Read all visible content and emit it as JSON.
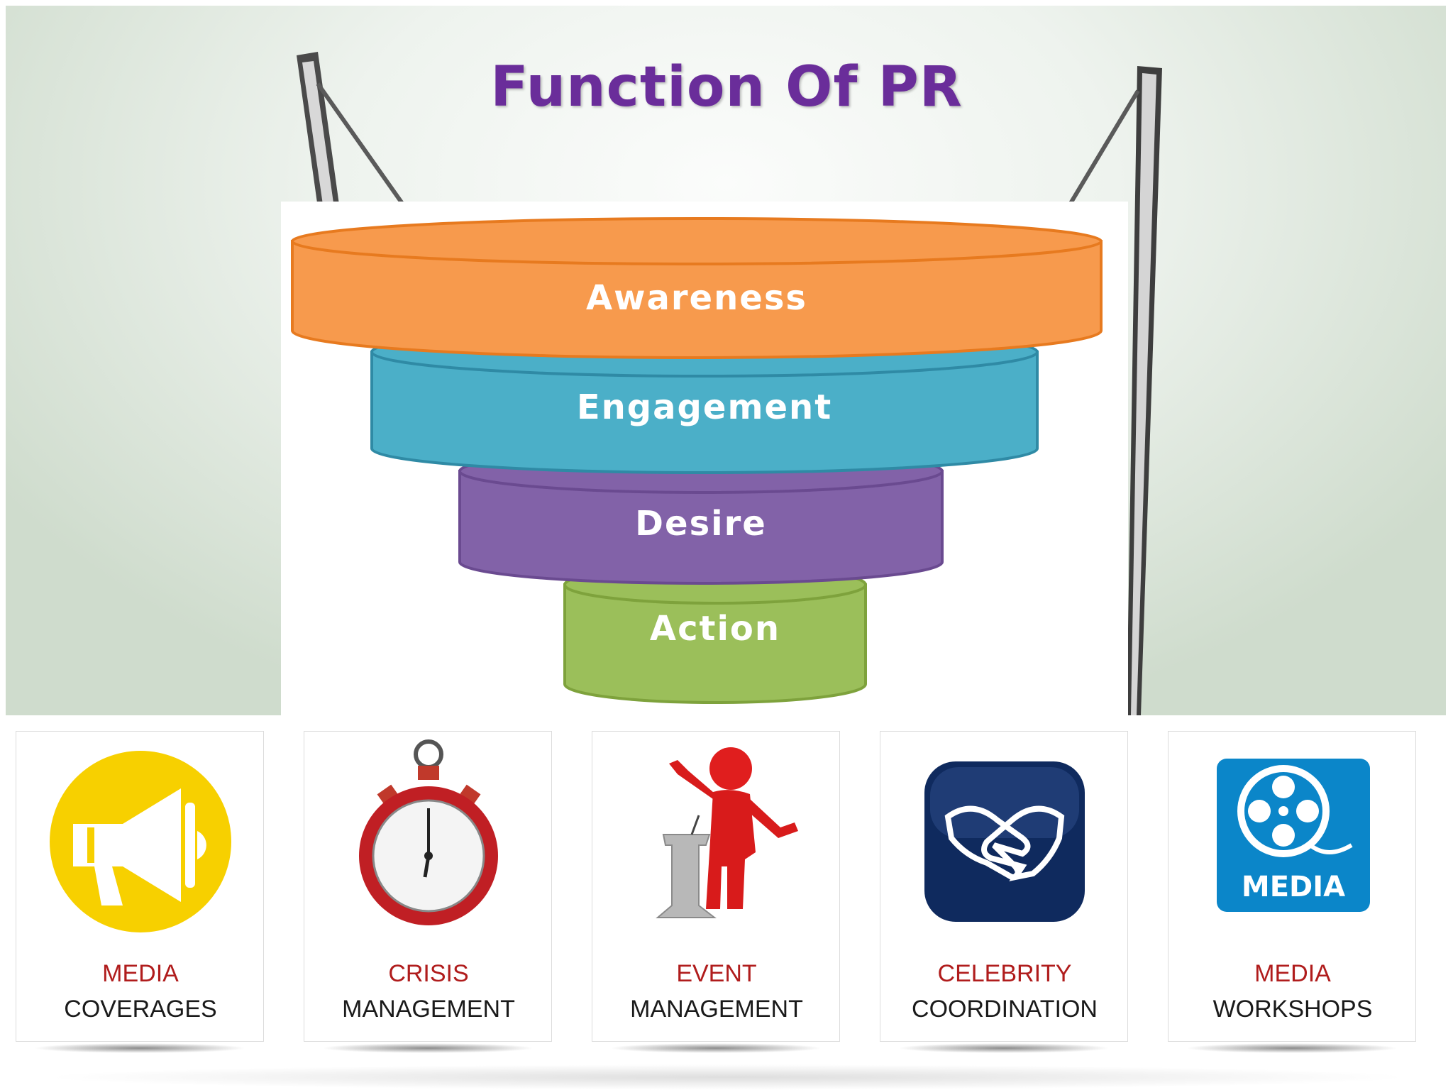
{
  "title": "Function Of PR",
  "funnel": {
    "layers": [
      {
        "label": "Awareness",
        "color": "#f79a4d",
        "stroke": "#e77a1f"
      },
      {
        "label": "Engagement",
        "color": "#4bafc8",
        "stroke": "#2f8aa5"
      },
      {
        "label": "Desire",
        "color": "#8262a8",
        "stroke": "#6a4a90"
      },
      {
        "label": "Action",
        "color": "#9bbf5a",
        "stroke": "#7ea23c"
      }
    ]
  },
  "services": [
    {
      "line1": "MEDIA",
      "line2": "COVERAGES",
      "icon": "megaphone-icon"
    },
    {
      "line1": "CRISIS",
      "line2": "MANAGEMENT",
      "icon": "stopwatch-icon"
    },
    {
      "line1": "EVENT",
      "line2": "MANAGEMENT",
      "icon": "speaker-podium-icon"
    },
    {
      "line1": "CELEBRITY",
      "line2": "COORDINATION",
      "icon": "handshake-icon"
    },
    {
      "line1": "MEDIA",
      "line2": "WORKSHOPS",
      "icon": "film-reel-icon",
      "badge": "MEDIA"
    }
  ],
  "colors": {
    "title": "#6a2d9a",
    "service_line1": "#b01c1c",
    "service_line2": "#1a1a1a",
    "megaphone_bg": "#f7d000",
    "handshake_bg": "#0f2a5e",
    "media_bg": "#0b86c9"
  }
}
